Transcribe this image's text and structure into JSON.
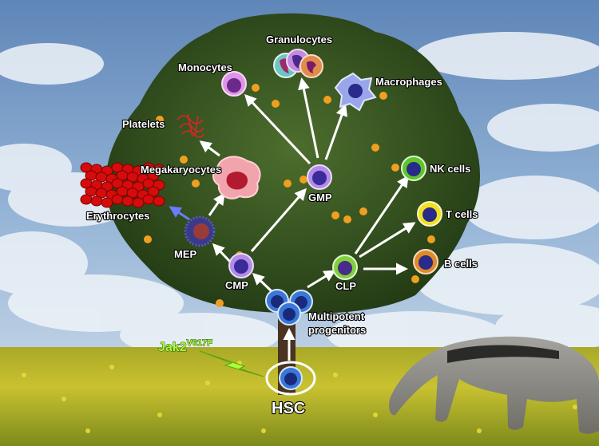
{
  "labels": {
    "granulocytes": "Granulocytes",
    "monocytes": "Monocytes",
    "macrophages": "Macrophages",
    "platelets": "Platelets",
    "megakaryocytes": "Megakaryocytes",
    "erythrocytes": "Erythrocytes",
    "nk_cells": "NK cells",
    "t_cells": "T cells",
    "b_cells": "B cells",
    "gmp": "GMP",
    "mep": "MEP",
    "cmp": "CMP",
    "clp": "CLP",
    "multipotent_line1": "Multipotent",
    "multipotent_line2": "progenitors",
    "hsc": "HSC",
    "mutation_base": "Jak2",
    "mutation_sup": "V617F"
  },
  "colors": {
    "sky": "#7ea0c8",
    "foliage": "#2f4d1e",
    "field": "#c6c02a",
    "label_fill": "#ffffff",
    "mutation": "#a8ff3a",
    "progenitor": "#3a78d8",
    "myeloid": "#b48be6",
    "lymphoid": "#7ed13c",
    "t_cell": "#f0e020",
    "b_cell": "#e08a28",
    "erythrocyte": "#d40c0c",
    "platelet": "#e02424",
    "megakaryocyte": "#f0a0a8"
  },
  "icons": [
    "lightning-bolt-icon",
    "anteater-illustration",
    "orange-tree-illustration",
    "cloud-sky-background",
    "flower-field-background"
  ]
}
